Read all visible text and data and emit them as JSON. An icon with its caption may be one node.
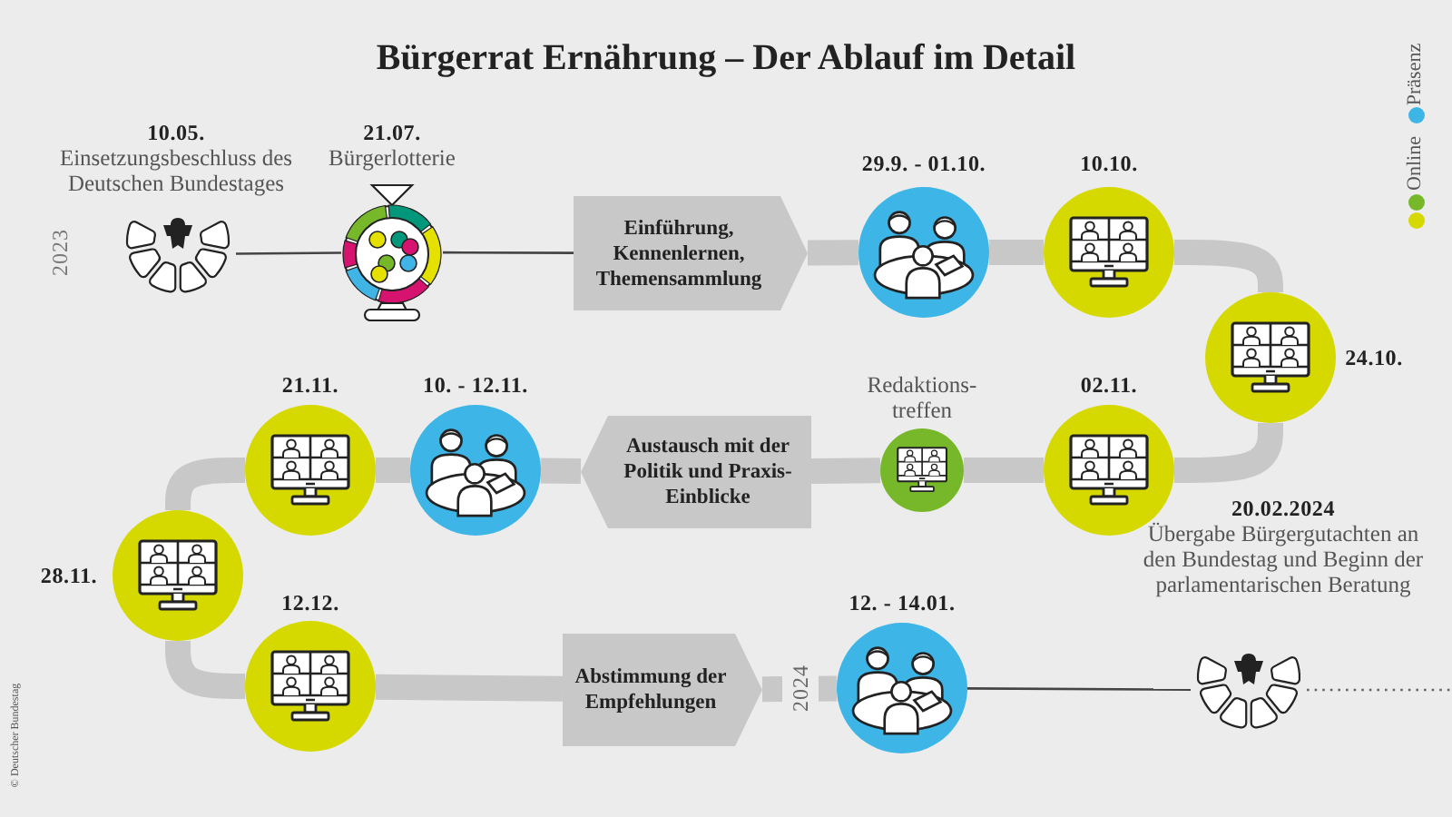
{
  "diagram": {
    "title": "Bürgerrat Ernährung – Der Ablauf im Detail",
    "nodes": [
      {
        "text": [],
        "shape": "picture",
        "beside": [
          "10.05.",
          "Einsetzungsbeschluss des Deutschen Bundestages"
        ]
      },
      {
        "text": [],
        "shape": "picture",
        "beside": [
          "21.07.",
          "Bürgerlotterie"
        ]
      },
      {
        "text": [
          "Einführung, Kennenlernen, Themensammlung"
        ]
      },
      {
        "text": [],
        "shape": "circle",
        "beside": [
          "29.9. - 01.10."
        ]
      },
      {
        "text": [],
        "shape": "circle",
        "beside": [
          "10.10."
        ]
      },
      {
        "text": [],
        "shape": "circle",
        "beside": [
          "24.10."
        ]
      },
      {
        "text": [],
        "shape": "circle",
        "beside": [
          "02.11."
        ]
      },
      {
        "text": [],
        "shape": "circle",
        "beside": [
          "Redaktions- treffen"
        ]
      },
      {
        "text": [
          "Austausch mit der Politik und Praxis-Einblicke"
        ]
      },
      {
        "text": [],
        "shape": "circle",
        "beside": [
          "10. - 12.11."
        ]
      },
      {
        "text": [],
        "shape": "circle",
        "beside": [
          "21.11."
        ]
      },
      {
        "text": [],
        "shape": "circle",
        "beside": [
          "28.11."
        ]
      },
      {
        "text": [],
        "shape": "circle",
        "beside": [
          "12.12."
        ]
      },
      {
        "text": [
          "Abstimmung der Empfehlungen"
        ]
      },
      {
        "text": [],
        "shape": "circle",
        "beside": [
          "12. - 14.01."
        ]
      },
      {
        "text": [],
        "shape": "picture",
        "beside": [
          "20.02.2024",
          "Übergabe Bürgergutachten an den Bundestag und Beginn der parlamentarischen Beratung"
        ]
      }
    ],
    "edges": [
      {
        "from": 0,
        "to": 1,
        "arrow": "none",
        "color": "#444444"
      },
      {
        "from": 1,
        "to": 2,
        "arrow": "none",
        "color": "#444444"
      },
      {
        "from": 2,
        "to": 3,
        "arrow": "none"
      },
      {
        "from": 3,
        "to": 4,
        "arrow": "none"
      },
      {
        "from": 4,
        "to": 5,
        "arrow": "none"
      },
      {
        "from": 5,
        "to": 6,
        "arrow": "none"
      },
      {
        "from": 6,
        "to": 7,
        "arrow": "none"
      },
      {
        "from": 7,
        "to": 8,
        "arrow": "none"
      },
      {
        "from": 8,
        "to": 9,
        "arrow": "none"
      },
      {
        "from": 9,
        "to": 10,
        "arrow": "none"
      },
      {
        "from": 10,
        "to": 11,
        "arrow": "none"
      },
      {
        "from": 11,
        "to": 12,
        "arrow": "none"
      },
      {
        "from": 12,
        "to": 13,
        "arrow": "none"
      },
      {
        "from": 13,
        "to": 14,
        "arrow": "none",
        "label": "2024"
      },
      {
        "from": 14,
        "to": 15,
        "arrow": "none",
        "color": "#444444"
      },
      {
        "from": 15,
        "to": null,
        "arrow": "none",
        "style": "dashed",
        "color": "#666666"
      }
    ],
    "labels": [
      "2023",
      "© Deutscher Bundestag"
    ],
    "legend": [
      {
        "text": "Präsenz",
        "color": "#3db5e6"
      },
      {
        "text": "Online",
        "color": "#d5d900"
      }
    ]
  }
}
